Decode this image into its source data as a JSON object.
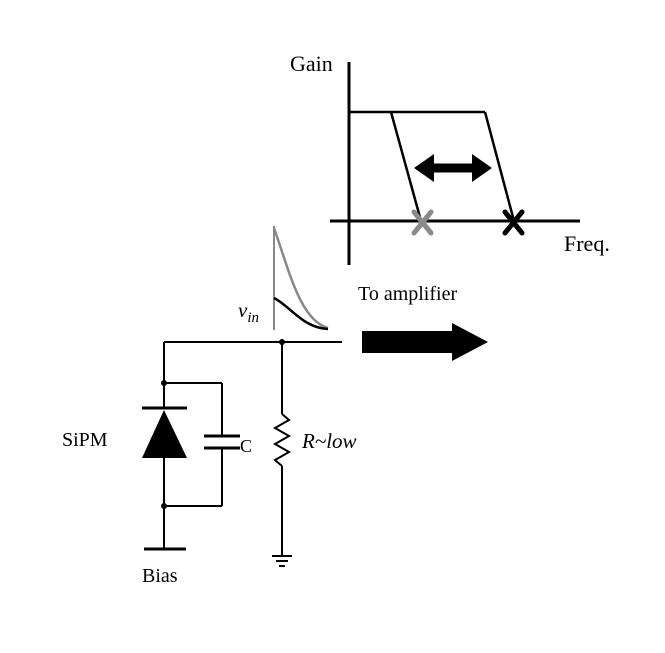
{
  "labels": {
    "gain": "Gain",
    "freq": "Freq.",
    "to_amplifier": "To amplifier",
    "v_in_base": "v",
    "v_in_sub": "in",
    "sipm": "SiPM",
    "capacitor": "C",
    "resistor": "R~low",
    "bias": "Bias"
  },
  "colors": {
    "line": "#000000",
    "gray_pulse": "#888888",
    "gray_marker": "#8a8a8a",
    "black_marker": "#000000"
  }
}
